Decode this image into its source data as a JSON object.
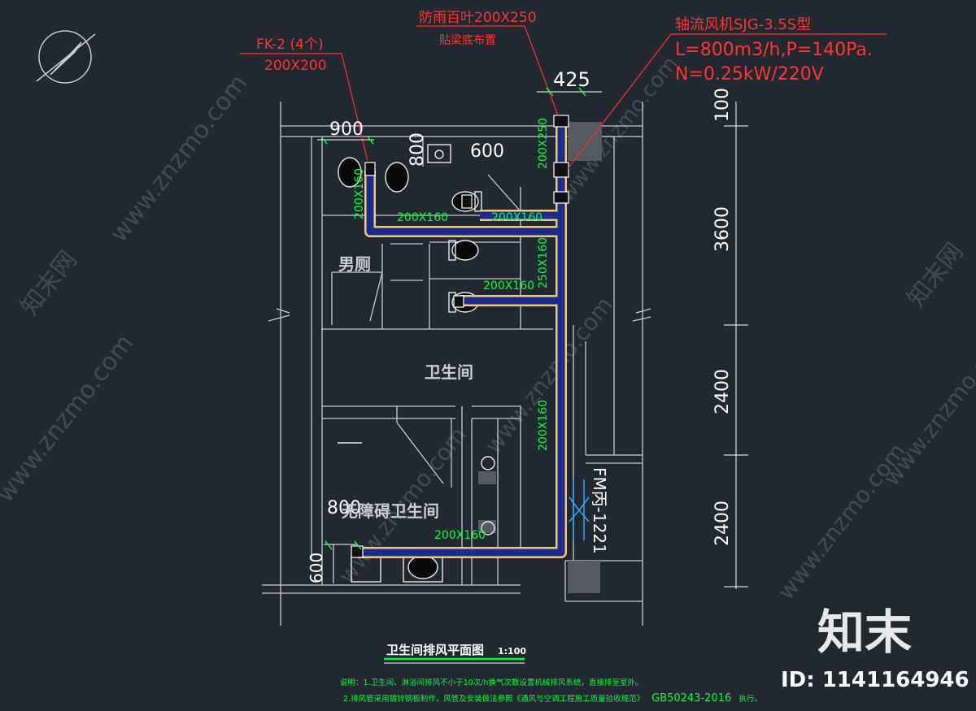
{
  "labels": {
    "fk_tag": "FK-2 (4个)",
    "fk_size": "200X200",
    "louver_tag": "防雨百叶200X250",
    "louver_note": "贴梁底布置",
    "fan_tag": "轴流风机SJG-3.5S型",
    "fan_flow": "L=800m3/h,P=140Pa.",
    "fan_power": "N=0.25kW/220V"
  },
  "dims": {
    "top_425": "425",
    "top_900": "900",
    "top_800": "800",
    "top_600": "600",
    "right_100": "100",
    "right_3600": "3600",
    "right_2400a": "2400",
    "right_2400b": "2400",
    "left_800": "800",
    "left_600": "600"
  },
  "ducts": {
    "d200x250": "200X250",
    "d200x160_a": "200X160",
    "d200x160_b": "200X160",
    "d250x160": "250X160",
    "d200x160_c": "200X160",
    "d200x160_d": "200X160",
    "d200x160_e": "200X160",
    "d200x160_f": "200X160"
  },
  "rooms": {
    "mens": "男厕",
    "toilet": "卫生间",
    "accessible": "无障碍卫生间"
  },
  "door_tag": "FM丙-1221",
  "title": {
    "main": "卫生间排风平面图",
    "scale": "1:100"
  },
  "notes": {
    "line1": "说明：1.卫生间、淋浴间排风不小于10次/h换气次数设置机械排风系统，直接排至室外。",
    "line2_prefix": "2.排风管采用镀锌钢板制作，风管及安装做法参照《通风与空调工程施工质量验收规范》",
    "line2_std": "GB50243-2016",
    "line2_suffix": "执行。"
  },
  "watermark": {
    "site": "www.znzmo.com",
    "brand": "知末网",
    "logo": "知末",
    "id": "ID: 1141164946"
  },
  "colors": {
    "background": "#212830",
    "wall": "#c9ccd0",
    "duct_outer": "#f0c67a",
    "duct_inner": "#1a2c8a",
    "dimension": "#ffffff",
    "duct_text": "#00ff3a",
    "leader": "#ff2a2a",
    "room_text": "#c9ccd0",
    "fan_text": "#ff3333"
  }
}
